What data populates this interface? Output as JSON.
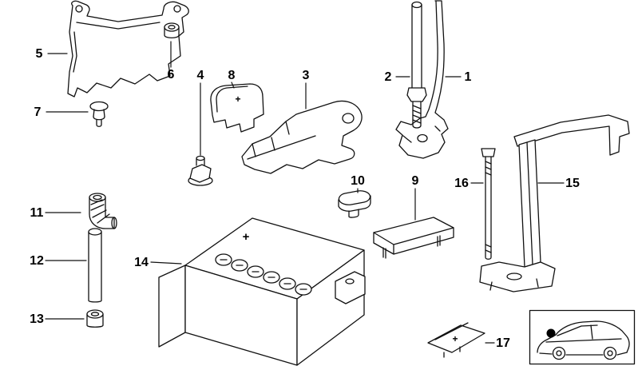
{
  "diagram": {
    "kind": "exploded-parts-diagram",
    "labels": [
      "1",
      "2",
      "3",
      "4",
      "5",
      "6",
      "7",
      "8",
      "9",
      "10",
      "11",
      "12",
      "13",
      "14",
      "15",
      "16",
      "17"
    ],
    "plus_mark": "+",
    "colors": {
      "line": "#111111",
      "background": "#ffffff",
      "location_dot": "#000000"
    }
  }
}
